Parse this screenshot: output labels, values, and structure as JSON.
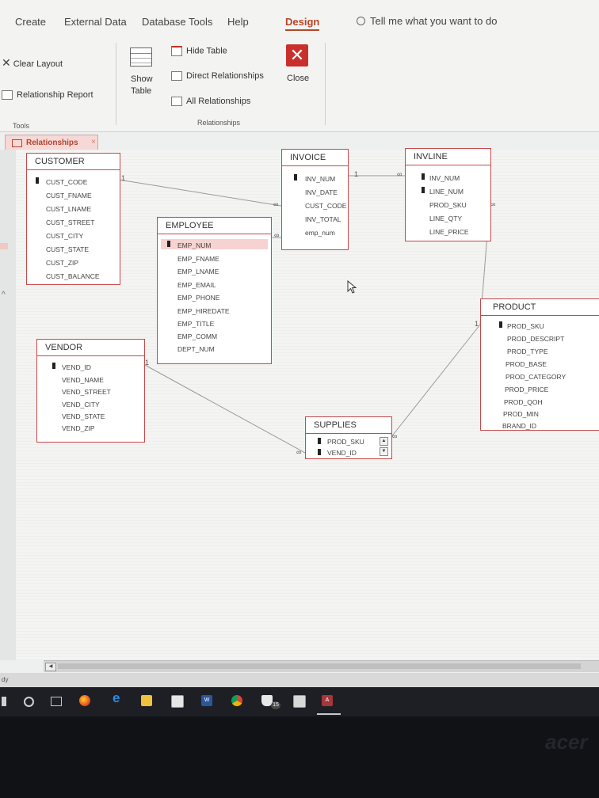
{
  "ribbon": {
    "tabs": [
      {
        "label": "Create"
      },
      {
        "label": "External Data"
      },
      {
        "label": "Database Tools"
      },
      {
        "label": "Help"
      },
      {
        "label": "Design"
      }
    ],
    "tell_me": "Tell me what you want to do",
    "clear_layout": "Clear Layout",
    "relationship_report": "Relationship Report",
    "tools_group": "Tools",
    "show_table_line1": "Show",
    "show_table_line2": "Table",
    "hide_table": "Hide Table",
    "direct_relationships": "Direct Relationships",
    "all_relationships": "All Relationships",
    "relationships_group": "Relationships",
    "close": "Close"
  },
  "document_tab": "Relationships",
  "tables": [
    {
      "name": "CUSTOMER",
      "fields": [
        "CUST_CODE",
        "CUST_FNAME",
        "CUST_LNAME",
        "CUST_STREET",
        "CUST_CITY",
        "CUST_STATE",
        "CUST_ZIP",
        "CUST_BALANCE"
      ],
      "keys": [
        "CUST_CODE"
      ]
    },
    {
      "name": "EMPLOYEE",
      "fields": [
        "EMP_NUM",
        "EMP_FNAME",
        "EMP_LNAME",
        "EMP_EMAIL",
        "EMP_PHONE",
        "EMP_HIREDATE",
        "EMP_TITLE",
        "EMP_COMM",
        "DEPT_NUM"
      ],
      "keys": [
        "EMP_NUM"
      ]
    },
    {
      "name": "INVOICE",
      "fields": [
        "INV_NUM",
        "INV_DATE",
        "CUST_CODE",
        "INV_TOTAL",
        "emp_num"
      ],
      "keys": [
        "INV_NUM"
      ]
    },
    {
      "name": "INVLINE",
      "fields": [
        "INV_NUM",
        "LINE_NUM",
        "PROD_SKU",
        "LINE_QTY",
        "LINE_PRICE"
      ],
      "keys": [
        "INV_NUM",
        "LINE_NUM"
      ]
    },
    {
      "name": "VENDOR",
      "fields": [
        "VEND_ID",
        "VEND_NAME",
        "VEND_STREET",
        "VEND_CITY",
        "VEND_STATE",
        "VEND_ZIP"
      ],
      "keys": [
        "VEND_ID"
      ]
    },
    {
      "name": "SUPPLIES",
      "fields": [
        "PROD_SKU",
        "VEND_ID"
      ],
      "keys": [
        "PROD_SKU",
        "VEND_ID"
      ]
    },
    {
      "name": "PRODUCT",
      "fields": [
        "PROD_SKU",
        "PROD_DESCRIPT",
        "PROD_TYPE",
        "PROD_BASE",
        "PROD_CATEGORY",
        "PROD_PRICE",
        "PROD_QOH",
        "PROD_MIN",
        "BRAND_ID"
      ],
      "keys": [
        "PROD_SKU"
      ]
    }
  ],
  "status": "dy",
  "badge": "15",
  "colors": {
    "accent": "#b7472a",
    "table_border": "#c44a4a",
    "close": "#c9302c"
  }
}
